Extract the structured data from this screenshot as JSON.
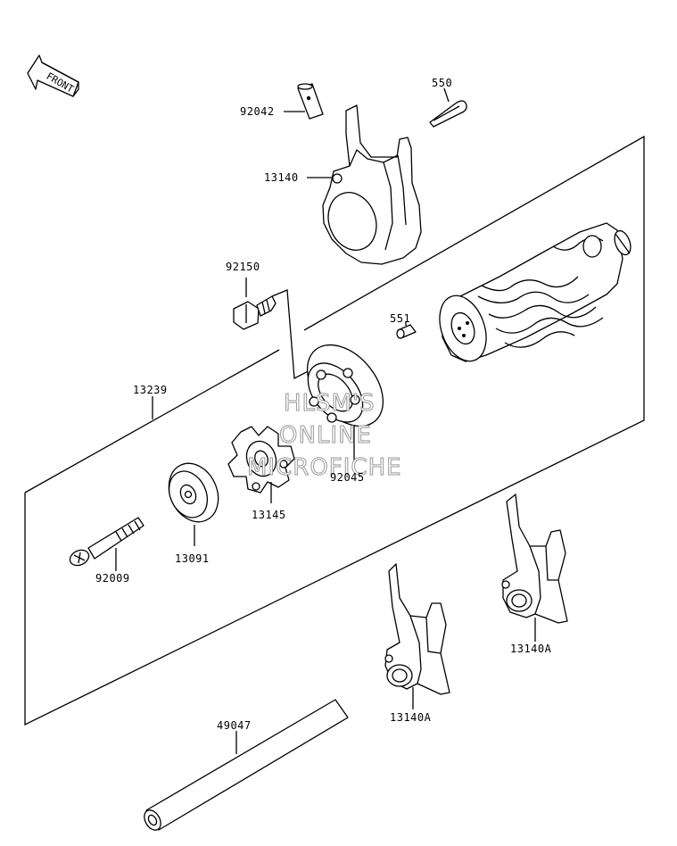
{
  "front_label": "FRONT",
  "watermark": {
    "line1": "HLSM'S",
    "line2": "ONLINE",
    "line3": "MICROFICHE"
  },
  "labels": {
    "p550": "550",
    "p92042": "92042",
    "p13140": "13140",
    "p92150": "92150",
    "p551": "551",
    "p13239": "13239",
    "p92045": "92045",
    "p13145": "13145",
    "p13091": "13091",
    "p92009": "92009",
    "p13140A_right": "13140A",
    "p13140A_left": "13140A",
    "p49047": "49047"
  }
}
